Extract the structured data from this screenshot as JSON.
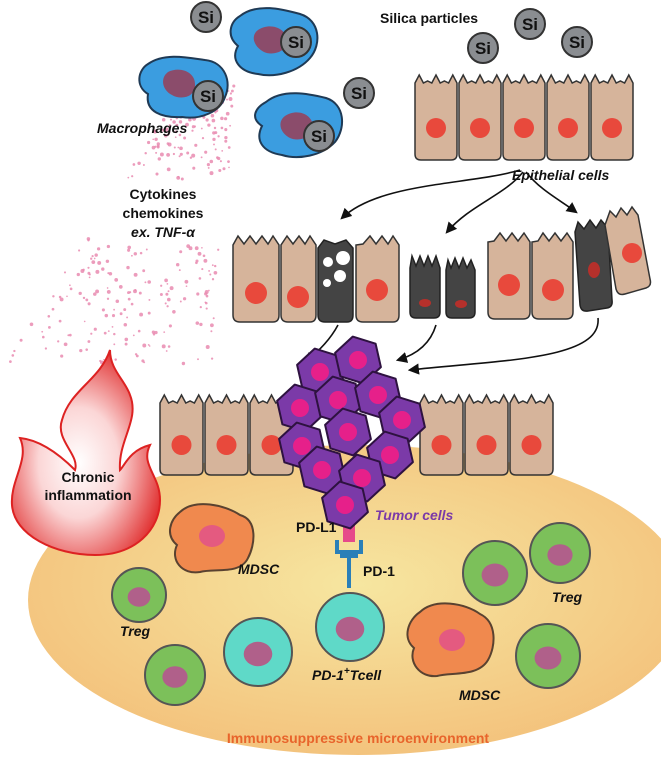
{
  "labels": {
    "si": "Si",
    "silica": "Silica particles",
    "macrophages": "Macrophages",
    "epithelial": "Epithelial cells",
    "cyto1": "Cytokines",
    "cyto2": "chemokines",
    "cyto3": "ex. TNF-α",
    "chronic1": "Chronic",
    "chronic2": "inflammation",
    "tumor": "Tumor cells",
    "pdl1": "PD-L1",
    "pd1": "PD-1",
    "tcell_prefix": "PD-1",
    "tcell_sup": "+",
    "tcell_suffix": "Tcell",
    "mdsc": "MDSC",
    "treg": "Treg",
    "micro": "Immunosuppressive microenvironment"
  },
  "colors": {
    "epithelial_cell": "#d6b49b",
    "nucleus": "#e8493c",
    "macrophage": "#3b9de0",
    "silica": "#8a8d91",
    "tumor": "#7b3aa8",
    "tumor_nucleus": "#e6208a",
    "treg": "#7cc05a",
    "tcell": "#5fd9c8",
    "mdsc": "#f0894e",
    "micro_title": "#e8642b",
    "tumor_label": "#7b3aa8",
    "pdl1": "#e64a8a",
    "pd1": "#2a7fb8"
  }
}
